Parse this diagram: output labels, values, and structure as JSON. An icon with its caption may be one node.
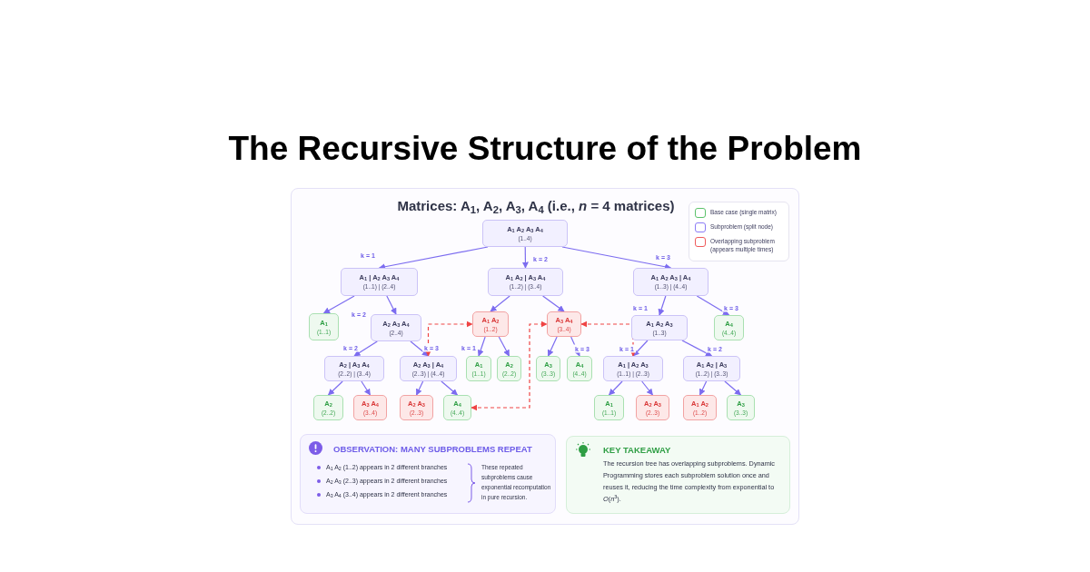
{
  "diagram": {
    "title": "The Recursive Structure of the Problem",
    "nodes": [
      {
        "text": [
          "A$_{1}$ A$_{2}$ A$_{3}$ A$_{4}$",
          "(1..4)"
        ]
      },
      {
        "text": [
          "A$_{1}$ | A$_{2}$ A$_{3}$ A$_{4}$",
          "(1..1) | (2..4)"
        ]
      },
      {
        "text": [
          "A$_{1}$ A$_{2}$ | A$_{3}$ A$_{4}$",
          "(1..2) | (3..4)"
        ]
      },
      {
        "text": [
          "A$_{1}$ A$_{2}$ A$_{3}$ | A$_{4}$",
          "(1..3) | (4..4)"
        ]
      },
      {
        "text": [
          "A$_{1}$",
          "(1..1)"
        ]
      },
      {
        "text": [
          "A$_{2}$ A$_{3}$ A$_{4}$",
          "(2..4)"
        ]
      },
      {
        "text": [
          "A$_{1}$ A$_{2}$",
          "(1..2)"
        ]
      },
      {
        "text": [
          "A$_{3}$ A$_{4}$",
          "(3..4)"
        ]
      },
      {
        "text": [
          "A$_{1}$ A$_{2}$ A$_{3}$",
          "(1..3)"
        ]
      },
      {
        "text": [
          "A$_{4}$",
          "(4..4)"
        ]
      },
      {
        "text": [
          "A$_{2}$ | A$_{3}$ A$_{4}$",
          "(2..2) | (3..4)"
        ]
      },
      {
        "text": [
          "A$_{2}$ A$_{3}$ | A$_{4}$",
          "(2..3) | (4..4)"
        ]
      },
      {
        "text": [
          "A$_{1}$",
          "(1..1)"
        ]
      },
      {
        "text": [
          "A$_{2}$",
          "(2..2)"
        ]
      },
      {
        "text": [
          "A$_{3}$",
          "(3..3)"
        ]
      },
      {
        "text": [
          "A$_{4}$",
          "(4..4)"
        ]
      },
      {
        "text": [
          "A$_{1}$ | A$_{2}$ A$_{3}$",
          "(1..1) | (2..3)"
        ]
      },
      {
        "text": [
          "A$_{1}$ A$_{2}$ | A$_{3}$",
          "(1..2) | (3..3)"
        ]
      },
      {
        "text": [
          "A$_{2}$",
          "(2..2)"
        ]
      },
      {
        "text": [
          "A$_{3}$ A$_{4}$",
          "(3..4)"
        ]
      },
      {
        "text": [
          "A$_{2}$ A$_{3}$",
          "(2..3)"
        ]
      },
      {
        "text": [
          "A$_{4}$",
          "(4..4)"
        ]
      },
      {
        "text": [
          "A$_{1}$",
          "(1..1)"
        ]
      },
      {
        "text": [
          "A$_{2}$ A$_{3}$",
          "(2..3)"
        ]
      },
      {
        "text": [
          "A$_{1}$ A$_{2}$",
          "(1..2)"
        ]
      },
      {
        "text": [
          "A$_{3}$",
          "(3..3)"
        ]
      },
      {
        "text": [
          "OBSERVATION: MANY SUBPROBLEMS REPEAT",
          "A$_{1}$ A$_{2}$ (1..2) appears in 2 different branches",
          "A$_{2}$ A$_{3}$ (2..3) appears in 2 different branches",
          "A$_{3}$ A$_{4}$ (3..4) appears in 2 different branches",
          "These repeated subproblems cause exponential recomputation in pure recursion."
        ]
      },
      {
        "text": [
          "KEY TAKEAWAY",
          "The recursion tree has overlapping subproblems. Dynamic Programming stores each subproblem solution once and reuses it, reducing the time complexity from exponential to *O*(*n*$^{3}$)."
        ]
      }
    ],
    "edges": [
      {
        "from": 0,
        "to": 1,
        "arrow": "to",
        "label": "k = 1"
      },
      {
        "from": 0,
        "to": 2,
        "arrow": "to",
        "label": "k = 2"
      },
      {
        "from": 0,
        "to": 3,
        "arrow": "to",
        "label": "k = 3"
      },
      {
        "from": 1,
        "to": 4,
        "arrow": "to"
      },
      {
        "from": 1,
        "to": 5,
        "arrow": "to",
        "label": "k = 2"
      },
      {
        "from": 2,
        "to": 6,
        "arrow": "to"
      },
      {
        "from": 2,
        "to": 7,
        "arrow": "to"
      },
      {
        "from": 3,
        "to": 8,
        "arrow": "to",
        "label": "k = 1"
      },
      {
        "from": 3,
        "to": 9,
        "arrow": "to",
        "label": "k = 3"
      },
      {
        "from": 5,
        "to": 10,
        "arrow": "to",
        "label": "k = 2"
      },
      {
        "from": 5,
        "to": 11,
        "arrow": "to",
        "label": "k = 3"
      },
      {
        "from": 6,
        "to": 12,
        "arrow": "to",
        "label": "k = 1"
      },
      {
        "from": 6,
        "to": 13,
        "arrow": "to"
      },
      {
        "from": 7,
        "to": 14,
        "arrow": "to"
      },
      {
        "from": 7,
        "to": 15,
        "arrow": "to",
        "label": "k = 3"
      },
      {
        "from": 8,
        "to": 16,
        "arrow": "to",
        "label": "k = 1"
      },
      {
        "from": 8,
        "to": 17,
        "arrow": "to",
        "label": "k = 2"
      },
      {
        "from": 10,
        "to": 18,
        "arrow": "to"
      },
      {
        "from": 10,
        "to": 19,
        "arrow": "to"
      },
      {
        "from": 11,
        "to": 20,
        "arrow": "to"
      },
      {
        "from": 11,
        "to": 21,
        "arrow": "to"
      },
      {
        "from": 16,
        "to": 22,
        "arrow": "to"
      },
      {
        "from": 16,
        "to": 23,
        "arrow": "to"
      },
      {
        "from": 17,
        "to": 24,
        "arrow": "to"
      },
      {
        "from": 17,
        "to": 25,
        "arrow": "to"
      },
      {
        "from": 11,
        "to": 6,
        "arrow": "both",
        "style": "dashed",
        "color": "#ef4444"
      },
      {
        "from": 21,
        "to": 7,
        "arrow": "both",
        "style": "dashed",
        "color": "#ef4444"
      },
      {
        "from": 7,
        "to": 16,
        "arrow": "both",
        "style": "dashed",
        "color": "#ef4444"
      }
    ],
    "labels": [
      "Matrices: A$_{1}$, A$_{2}$, A$_{3}$, A$_{4}$ (i.e., *n* = 4 matrices)"
    ],
    "legend": [
      {
        "text": "Base case (single matrix)",
        "color": "#5cc26b"
      },
      {
        "text": "Subproblem (split node)",
        "color": "#8b7cf6"
      },
      {
        "text": "Overlapping subproblem (appears multiple times)",
        "color": "#ef5a5a"
      }
    ]
  }
}
